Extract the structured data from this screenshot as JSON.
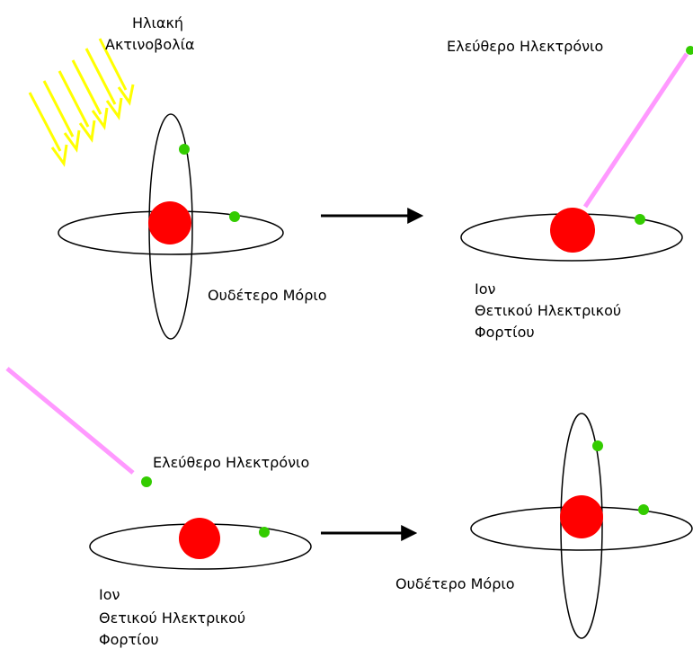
{
  "labels": {
    "solar_radiation_line1": "Ηλιακή",
    "solar_radiation_line2": "Ακτινοβολία",
    "free_electron_top": "Ελεύθερο Ηλεκτρόνιο",
    "neutral_molecule_top": "Ουδέτερο Μόριο",
    "ion_top_line1": "Ιον",
    "ion_top_line2": "Θετικού Ηλεκτρικού",
    "ion_top_line3": "Φορτίου",
    "free_electron_bottom": "Ελεύθερο Ηλεκτρόνιο",
    "ion_bottom_line1": "Ιον",
    "ion_bottom_line2": "Θετικού Ηλεκτρικού",
    "ion_bottom_line3": "Φορτίου",
    "neutral_molecule_bottom": "Ουδέτερο Μόριο"
  },
  "colors": {
    "nucleus": "#ff0000",
    "electron": "#33cc00",
    "radiation": "#ffff00",
    "electron_trail": "#ff99ff",
    "orbit": "#000000",
    "arrow": "#000000"
  }
}
